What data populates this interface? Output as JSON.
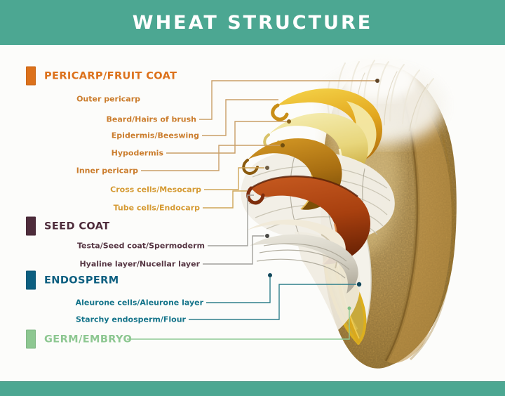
{
  "banner": {
    "title": "WHEAT STRUCTURE"
  },
  "palette": {
    "banner_bg": "#4CA792",
    "footer_bg": "#4CA792",
    "pericarp_header": "#DC711B",
    "pericarp_sub": "#CB7D2D",
    "pericarp_inner_sub": "#D59A33",
    "seed_coat_header": "#4E2C3B",
    "seed_coat_sub": "#573744",
    "endosperm_header": "#0D5F80",
    "endosperm_sub": "#15748A",
    "germ_header": "#8DC791",
    "line_pericarp": "#C99E66",
    "line_amber": "#CFA558",
    "line_gray": "#A2A09B",
    "line_teal": "#2F7E8A",
    "line_green": "#8FC994"
  },
  "sections": [
    {
      "header": "PERICARP/FRUIT COAT",
      "items": [
        "Outer pericarp",
        "Beard/Hairs of brush",
        "Epidermis/Beeswing",
        "Hypodermis",
        "Inner pericarp",
        "Cross cells/Mesocarp",
        "Tube cells/Endocarp"
      ]
    },
    {
      "header": "SEED COAT",
      "items": [
        "Testa/Seed coat/Spermoderm",
        "Hyaline layer/Nucellar layer"
      ]
    },
    {
      "header": "ENDOSPERM",
      "items": [
        "Aleurone cells/Aleurone layer",
        "Starchy endosperm/Flour"
      ]
    },
    {
      "header": "GERM/EMBRYO",
      "items": []
    }
  ],
  "illustration": {
    "subject": "wheat-kernel-cutaway",
    "layers": [
      "beard hairs",
      "epidermis curl",
      "hypodermis curl",
      "inner pericarp curl",
      "cross cells fibres",
      "tube cells curl",
      "testa curl",
      "hyaline-aleurone curl",
      "starchy endosperm cut face",
      "germ"
    ]
  }
}
